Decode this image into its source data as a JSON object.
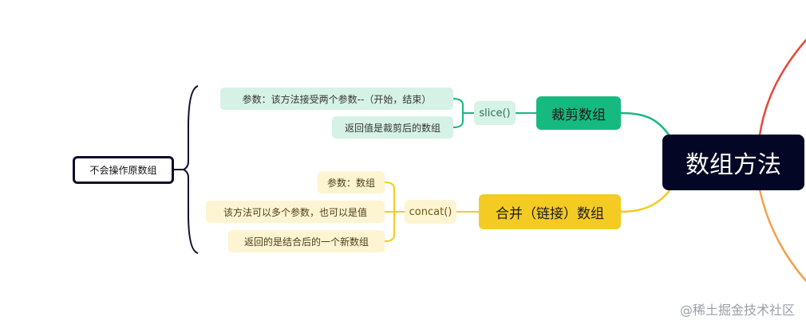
{
  "root": {
    "label": "数组方法"
  },
  "branches": [
    {
      "label": "裁剪数组",
      "method": "slice()",
      "leaves": [
        "参数：该方法接受两个参数--（开始，结束）",
        "返回值是裁剪后的数组"
      ]
    },
    {
      "label": "合并（链接）数组",
      "method": "concat()",
      "leaves": [
        "参数：数组",
        "该方法可以多个参数，也可以是值",
        "返回的是结合后的一个新数组"
      ]
    }
  ],
  "note": {
    "label": "不会操作原数组"
  },
  "watermark": {
    "text": "@稀土掘金技术社区"
  },
  "colors": {
    "root": "#030625",
    "green": "#16b980",
    "yellow": "#f4cb22",
    "red_branch": "#e8473b",
    "orange_branch": "#f3a04d",
    "bracket": "#0e0f2c"
  }
}
